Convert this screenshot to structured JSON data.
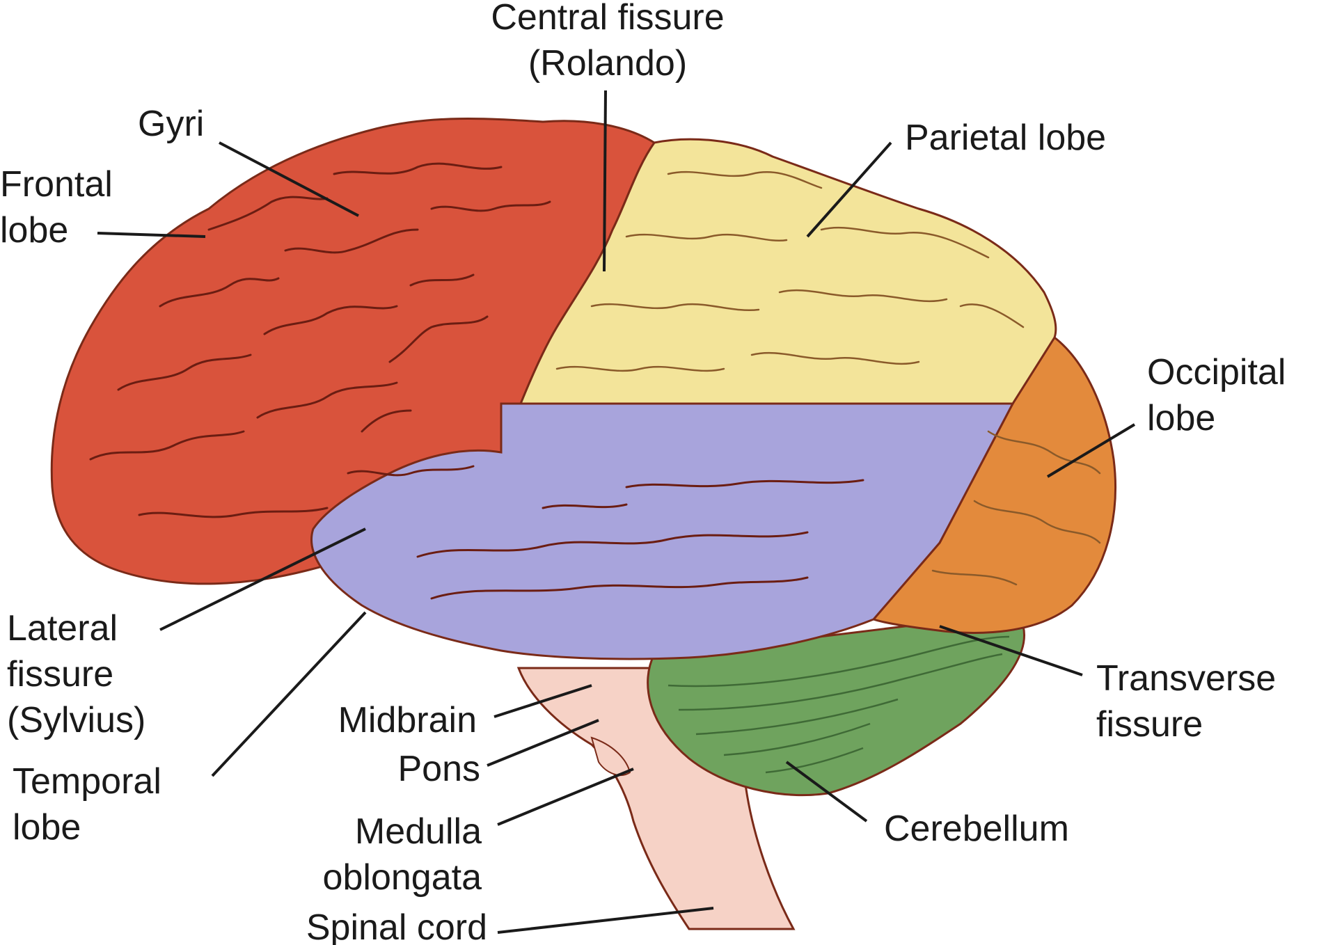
{
  "colors": {
    "frontal": "#d9533c",
    "parietal": "#f3e49a",
    "occipital": "#e38a3c",
    "temporal": "#a8a4dc",
    "cerebellum": "#6fa35e",
    "brainstem": "#f6d2c6",
    "outline": "#7a2a18"
  },
  "labels": {
    "central_fissure_line1": "Central fissure",
    "central_fissure_line2": "(Rolando)",
    "gyri": "Gyri",
    "parietal_lobe": "Parietal lobe",
    "frontal_line1": "Frontal",
    "frontal_line2": "lobe",
    "occipital_line1": "Occipital",
    "occipital_line2": "lobe",
    "lateral_line1": "Lateral",
    "lateral_line2": "fissure",
    "lateral_line3": "(Sylvius)",
    "midbrain": "Midbrain",
    "pons": "Pons",
    "transverse_line1": "Transverse",
    "transverse_line2": "fissure",
    "temporal_line1": "Temporal",
    "temporal_line2": "lobe",
    "medulla_line1": "Medulla",
    "medulla_line2": "oblongata",
    "cerebellum": "Cerebellum",
    "spinal_cord": "Spinal cord"
  }
}
